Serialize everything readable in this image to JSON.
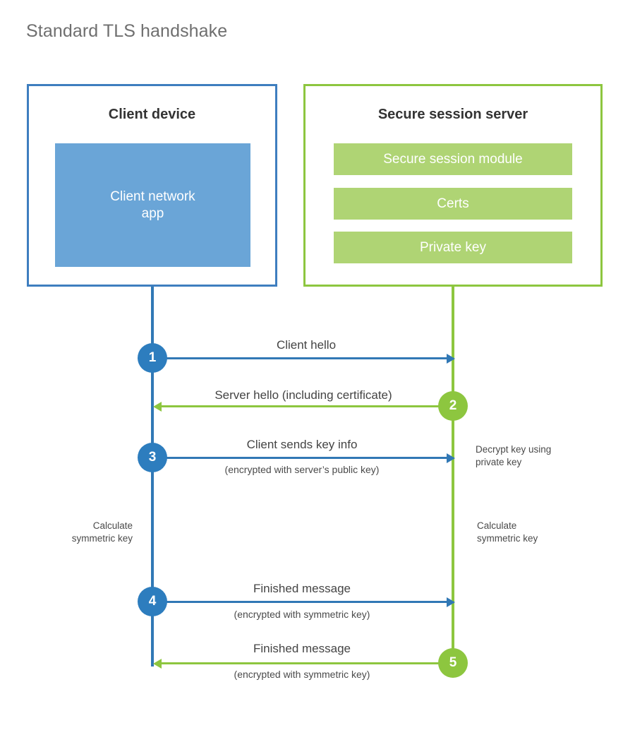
{
  "title": "Standard TLS handshake",
  "parties": {
    "client": {
      "title": "Client device",
      "accent": "#3e7ebf",
      "block_fill": "#6aa5d7",
      "blocks": [
        {
          "label": "Client network\napp"
        }
      ]
    },
    "server": {
      "title": "Secure session server",
      "accent": "#8dc63f",
      "block_fill": "#afd474",
      "blocks": [
        {
          "label": "Secure session module"
        },
        {
          "label": "Certs"
        },
        {
          "label": "Private key"
        }
      ]
    }
  },
  "colors": {
    "client_line": "#3178b5",
    "server_line": "#8dc63f",
    "client_badge": "#2d7dbe",
    "server_badge": "#8dc63f",
    "title_text": "#6f6f6f",
    "body_text": "#444444"
  },
  "steps": [
    {
      "number": "1",
      "direction": "client-to-server",
      "label": "Client hello",
      "sublabel": "",
      "origin": "client"
    },
    {
      "number": "2",
      "direction": "server-to-client",
      "label": "Server hello (including certificate)",
      "sublabel": "",
      "origin": "server"
    },
    {
      "number": "3",
      "direction": "client-to-server",
      "label": "Client sends key info",
      "sublabel": "(encrypted with server’s public key)",
      "origin": "client"
    },
    {
      "number": "4",
      "direction": "client-to-server",
      "label": "Finished message",
      "sublabel": "(encrypted with symmetric key)",
      "origin": "client"
    },
    {
      "number": "5",
      "direction": "server-to-client",
      "label": "Finished message",
      "sublabel": "(encrypted with symmetric key)",
      "origin": "server"
    }
  ],
  "annotations": [
    {
      "id": "decrypt-key",
      "side": "server",
      "text": "Decrypt key using\nprivate key"
    },
    {
      "id": "client-calculate-key",
      "side": "client",
      "text": "Calculate\nsymmetric key"
    },
    {
      "id": "server-calculate-key",
      "side": "server",
      "text": "Calculate\nsymmetric key"
    }
  ]
}
